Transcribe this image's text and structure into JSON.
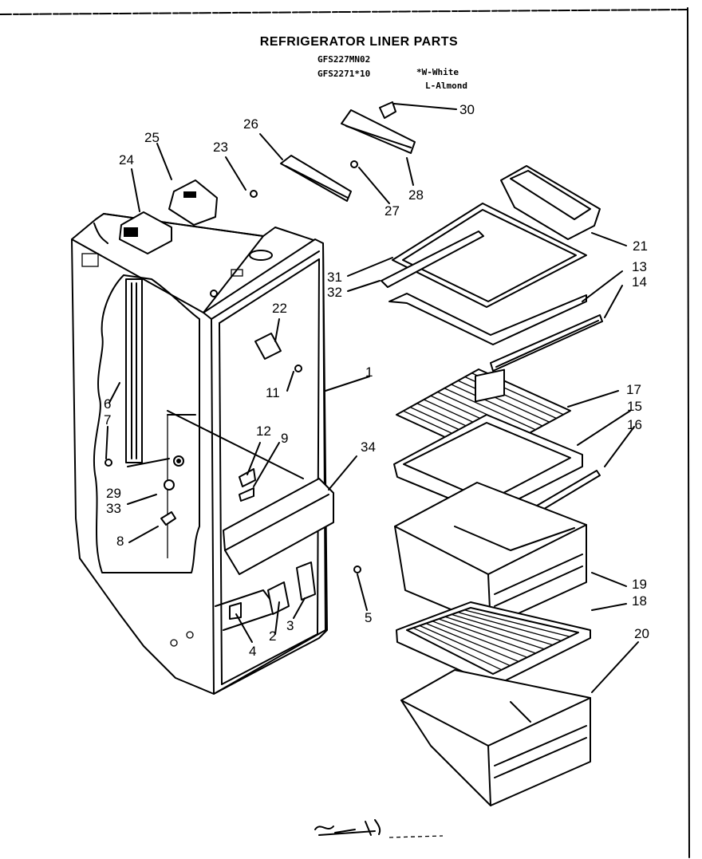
{
  "header": {
    "title": "REFRIGERATOR LINER PARTS",
    "model_1": "GFS227MN02",
    "model_2": "GFS2271*10",
    "color_code_1": "*W-White",
    "color_code_2": "L-Almond"
  },
  "callouts": [
    "1",
    "2",
    "3",
    "4",
    "5",
    "6",
    "7",
    "8",
    "9",
    "11",
    "12",
    "13",
    "14",
    "15",
    "16",
    "17",
    "18",
    "19",
    "20",
    "21",
    "22",
    "23",
    "24",
    "25",
    "26",
    "27",
    "28",
    "29",
    "30",
    "31",
    "32",
    "33",
    "34"
  ]
}
